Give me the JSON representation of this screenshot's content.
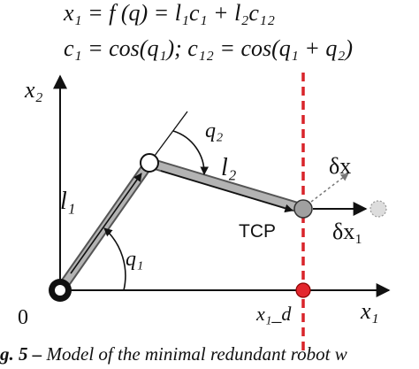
{
  "equations": {
    "forward_kinematics": "x₁ = f (q) = l₁c₁ + l₂c₁₂",
    "definitions": "c₁ = cos(q₁); c₁₂ = cos(q₁ + q₂)"
  },
  "axes": {
    "vertical": "x₂",
    "horizontal": "x₁",
    "origin": "0"
  },
  "labels": {
    "link1": "l₁",
    "link2": "l₂",
    "angle1": "q₁",
    "angle2": "q₂",
    "tcp": "TCP",
    "dx": "δx",
    "dx1": "δx₁",
    "x1d": "x₁_d"
  },
  "caption": {
    "fig": "g. 5 –",
    "text": " Model of the minimal redundant robot w"
  },
  "colors": {
    "link_fill": "#b3b3b3",
    "link_outline": "#555555",
    "desired_line": "#d9242a",
    "axis": "#111111",
    "tcp_fill": "#a0a0a0",
    "ghost_fill": "#dddddd",
    "desired_point": "#e3262d"
  }
}
